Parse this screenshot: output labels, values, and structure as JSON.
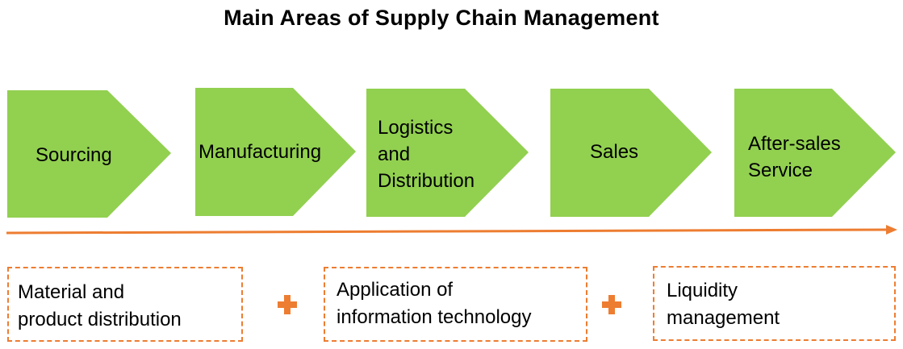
{
  "title": "Main Areas of Supply Chain Management",
  "colors": {
    "stage_fill": "#92D050",
    "accent": "#ED7D31"
  },
  "stages": [
    {
      "label": "Sourcing"
    },
    {
      "label": "Manufacturing"
    },
    {
      "label": "Logistics\nand\nDistribution"
    },
    {
      "label": "Sales"
    },
    {
      "label": "After-sales\nService"
    }
  ],
  "notes": [
    {
      "label": "Material and\nproduct distribution"
    },
    {
      "label": "Application of\ninformation technology"
    },
    {
      "label": "Liquidity\nmanagement"
    }
  ],
  "icons": {
    "connector": "plus-icon",
    "timeline": "arrow-right-icon"
  }
}
